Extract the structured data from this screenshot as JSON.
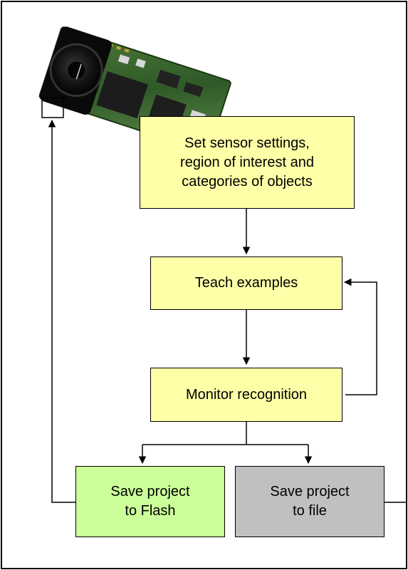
{
  "nodes": {
    "settings": "Set sensor settings,\nregion of interest and\ncategories of objects",
    "teach": "Teach examples",
    "monitor": "Monitor recognition",
    "flash": "Save project\nto Flash",
    "file": "Save project\nto file"
  },
  "colors": {
    "process_box": "#ffffa8",
    "flash_box": "#ccff99",
    "file_box": "#c0c0c0",
    "stroke": "#000000"
  },
  "image": {
    "subject": "sensor circuit board with camera lens"
  }
}
